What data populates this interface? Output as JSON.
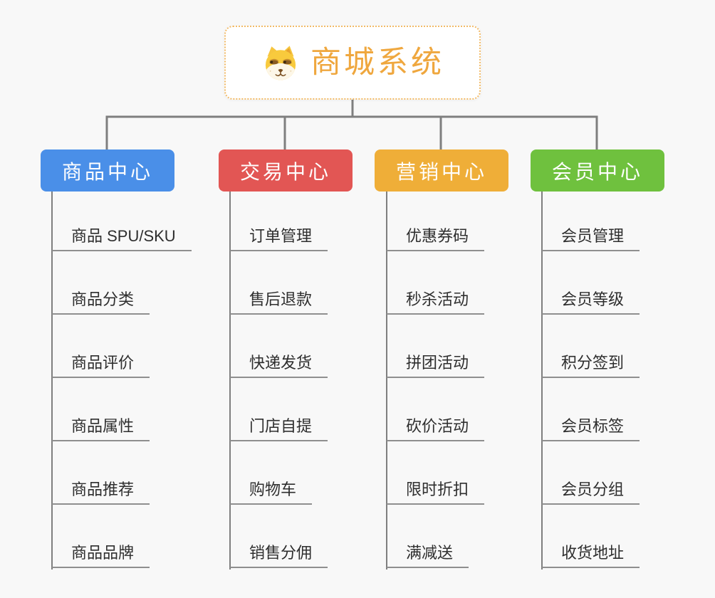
{
  "background_color": "#f8f8f8",
  "connector_color": "#7f7f7f",
  "underline_color": "#8f8f8f",
  "root": {
    "title": "商城系统",
    "icon": "dog-face-icon",
    "text_color": "#efa73e",
    "border_color": "#f2bb68"
  },
  "branches": [
    {
      "label": "商品中心",
      "color": "#4a8fe8",
      "children": [
        "商品 SPU/SKU",
        "商品分类",
        "商品评价",
        "商品属性",
        "商品推荐",
        "商品品牌"
      ]
    },
    {
      "label": "交易中心",
      "color": "#e25654",
      "children": [
        "订单管理",
        "售后退款",
        "快递发货",
        "门店自提",
        "购物车",
        "销售分佣"
      ]
    },
    {
      "label": "营销中心",
      "color": "#efae38",
      "children": [
        "优惠券码",
        "秒杀活动",
        "拼团活动",
        "砍价活动",
        "限时折扣",
        "满减送"
      ]
    },
    {
      "label": "会员中心",
      "color": "#6fc13e",
      "children": [
        "会员管理",
        "会员等级",
        "积分签到",
        "会员标签",
        "会员分组",
        "收货地址"
      ]
    }
  ]
}
